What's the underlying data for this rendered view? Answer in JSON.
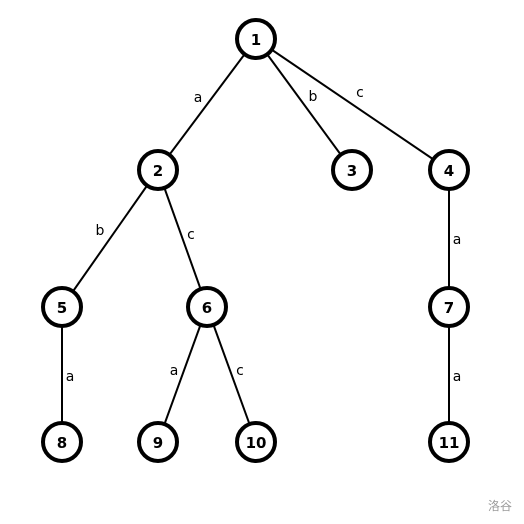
{
  "nodes": [
    {
      "id": "1",
      "label": "1"
    },
    {
      "id": "2",
      "label": "2"
    },
    {
      "id": "3",
      "label": "3"
    },
    {
      "id": "4",
      "label": "4"
    },
    {
      "id": "5",
      "label": "5"
    },
    {
      "id": "6",
      "label": "6"
    },
    {
      "id": "7",
      "label": "7"
    },
    {
      "id": "8",
      "label": "8"
    },
    {
      "id": "9",
      "label": "9"
    },
    {
      "id": "10",
      "label": "10"
    },
    {
      "id": "11",
      "label": "11"
    }
  ],
  "edges": [
    {
      "from": "1",
      "to": "2",
      "label": "a"
    },
    {
      "from": "1",
      "to": "3",
      "label": "b"
    },
    {
      "from": "1",
      "to": "4",
      "label": "c"
    },
    {
      "from": "2",
      "to": "5",
      "label": "b"
    },
    {
      "from": "2",
      "to": "6",
      "label": "c"
    },
    {
      "from": "4",
      "to": "7",
      "label": "a"
    },
    {
      "from": "5",
      "to": "8",
      "label": "a"
    },
    {
      "from": "6",
      "to": "9",
      "label": "a"
    },
    {
      "from": "6",
      "to": "10",
      "label": "c"
    },
    {
      "from": "7",
      "to": "11",
      "label": "a"
    }
  ],
  "watermark": "洛谷"
}
